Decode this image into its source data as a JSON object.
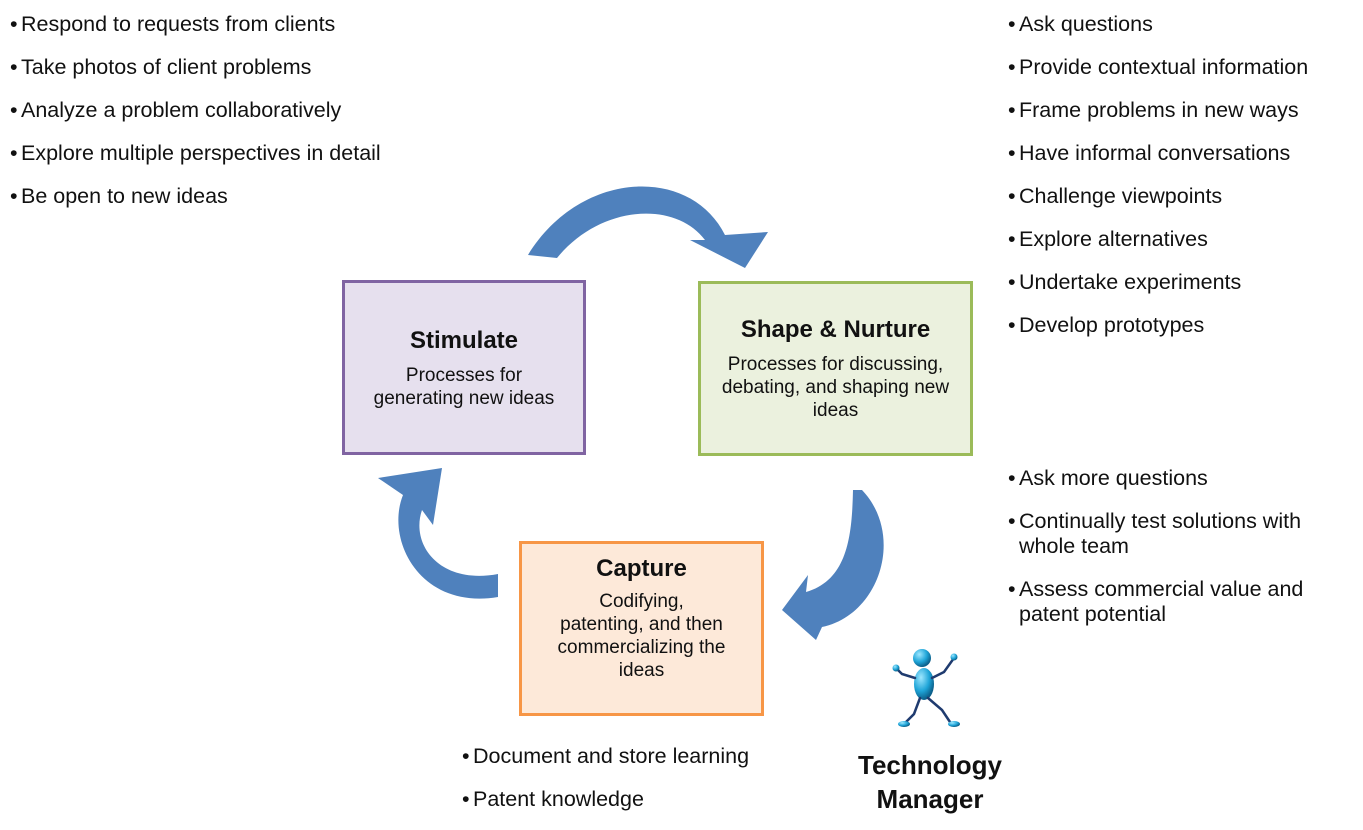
{
  "stimulate_actions": [
    "Respond to requests from clients",
    "Take photos of client problems",
    "Analyze a problem collaboratively",
    "Explore multiple perspectives in detail",
    "Be open to new ideas"
  ],
  "shape_actions": [
    "Ask questions",
    "Provide contextual information",
    "Frame problems in new ways",
    "Have informal conversations",
    "Challenge viewpoints",
    "Explore alternatives",
    "Undertake experiments",
    "Develop prototypes"
  ],
  "capture_actions_right": [
    "Ask more questions",
    "Continually test solutions with whole team",
    "Assess commercial value and patent potential"
  ],
  "capture_actions_bottom": [
    "Document and store learning",
    "Patent knowledge"
  ],
  "stages": {
    "stimulate": {
      "title": "Stimulate",
      "description": "Processes for generating new ideas",
      "color": "#8064a2"
    },
    "shape": {
      "title": "Shape & Nurture",
      "description": "Processes for discussing, debating, and shaping new ideas",
      "color": "#9bbb59"
    },
    "capture": {
      "title": "Capture",
      "description": "Codifying, patenting, and then commercializing the ideas",
      "color": "#f79646"
    }
  },
  "cycle_arrow_color": "#4f81bd",
  "manager": {
    "label": "Technology Manager",
    "icon": "stick-figure-icon"
  }
}
